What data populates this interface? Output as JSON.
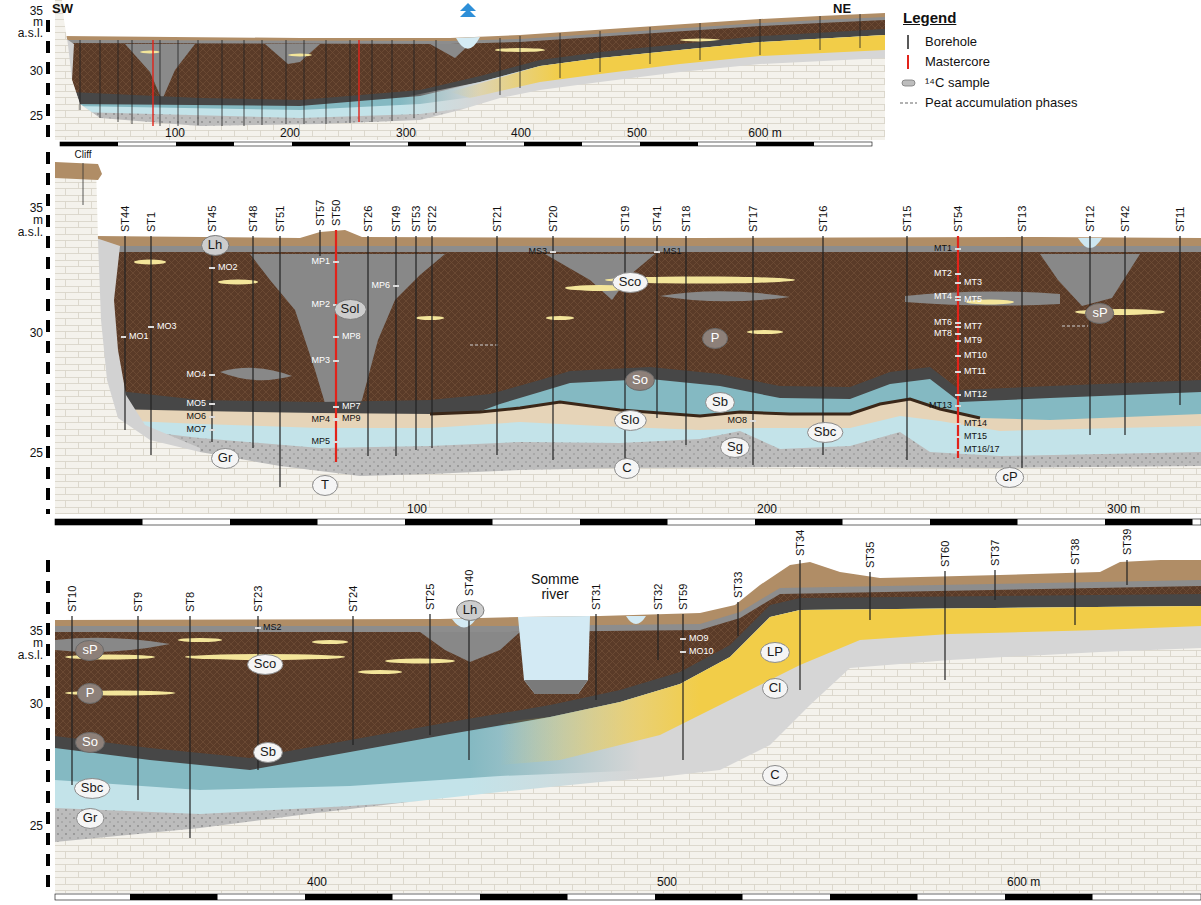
{
  "diagram": {
    "nodes": [
      {
        "text": [
          "Lh"
        ]
      },
      {
        "text": [
          "Sol"
        ]
      },
      {
        "text": [
          "Sco"
        ]
      },
      {
        "text": [
          "sP"
        ]
      },
      {
        "text": [
          "P"
        ]
      },
      {
        "text": [
          "So"
        ]
      },
      {
        "text": [
          "Sb"
        ]
      },
      {
        "text": [
          "Slo"
        ]
      },
      {
        "text": [
          "Sbc"
        ]
      },
      {
        "text": [
          "Sg"
        ]
      },
      {
        "text": [
          "Gr"
        ]
      },
      {
        "text": [
          "C"
        ]
      },
      {
        "text": [
          "cP"
        ]
      },
      {
        "text": [
          "T"
        ]
      },
      {
        "text": [
          "Lh"
        ]
      },
      {
        "text": [
          "sP"
        ]
      },
      {
        "text": [
          "LP"
        ]
      },
      {
        "text": [
          "Sco"
        ]
      },
      {
        "text": [
          "Cl"
        ]
      },
      {
        "text": [
          "P"
        ]
      },
      {
        "text": [
          "So"
        ]
      },
      {
        "text": [
          "Sb"
        ]
      },
      {
        "text": [
          "Sbc"
        ]
      },
      {
        "text": [
          "C"
        ]
      },
      {
        "text": [
          "Gr"
        ]
      }
    ],
    "labels": [
      "SW",
      "NE",
      "35",
      "m",
      "a.s.l.",
      "30",
      "25",
      "100",
      "200",
      "300",
      "400",
      "500",
      "600 m",
      "Legend",
      "Cliff",
      "35",
      "m",
      "a.s.l.",
      "30",
      "25",
      "ST44",
      "ST1",
      "ST45",
      "ST48",
      "ST51",
      "ST57",
      "ST50",
      "ST26",
      "ST49",
      "ST53",
      "ST22",
      "ST21",
      "ST20",
      "ST19",
      "ST41",
      "ST18",
      "ST17",
      "ST16",
      "ST15",
      "ST54",
      "ST13",
      "ST12",
      "ST42",
      "ST11",
      "MO2",
      "MO3",
      "MO1",
      "MO4",
      "MO5",
      "MO6",
      "MO7",
      "MP1",
      "MP2",
      "MP3",
      "MP4",
      "MP5",
      "MP6",
      "MP8",
      "MP7",
      "MP9",
      "MS3",
      "MS1",
      "MO8",
      "MT1",
      "MT2",
      "MT3",
      "MT4",
      "MT5",
      "MT6",
      "MT7",
      "MT8",
      "MT9",
      "MT10",
      "MT11",
      "MT12",
      "MT13",
      "MT14",
      "MT15",
      "MT16/17",
      "100",
      "200",
      "300 m",
      "35",
      "m",
      "a.s.l.",
      "30",
      "25",
      "ST10",
      "ST9",
      "ST8",
      "ST23",
      "ST24",
      "ST25",
      "ST40",
      "ST31",
      "ST32",
      "ST59",
      "ST33",
      "ST34",
      "ST35",
      "ST60",
      "ST37",
      "ST38",
      "ST39",
      "Somme river",
      "MS2",
      "MO9",
      "MO10",
      "400",
      "500",
      "600 m"
    ],
    "legend": [
      {
        "text": "Borehole"
      },
      {
        "text": "Mastercore"
      },
      {
        "text": "¹⁴C sample"
      },
      {
        "text": "Peat accumulation phases"
      }
    ]
  }
}
